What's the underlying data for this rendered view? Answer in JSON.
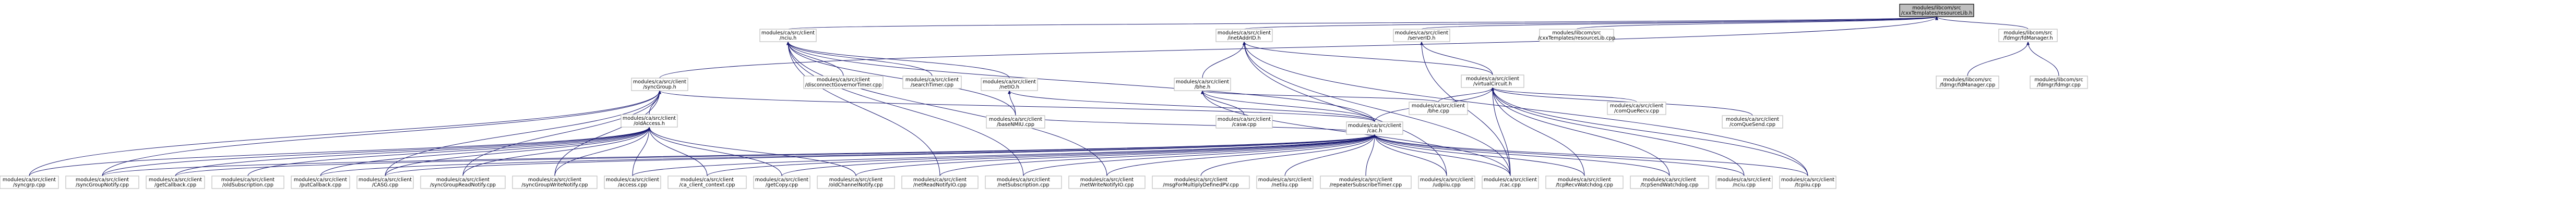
{
  "colors": {
    "edge": "#191970",
    "border": "#bfbfbf",
    "root_fill": "#bfbfbf"
  },
  "nodes": [
    {
      "id": "root",
      "lines": [
        "modules/libcom/src",
        "/cxxTemplates/resourceLib.h"
      ],
      "root": true
    },
    {
      "id": "cac_syncgroup",
      "lines": [
        "modules/ca/src/client",
        "/syncGroup.h"
      ]
    },
    {
      "id": "cac_msg",
      "lines": [
        "modules/ca/src/client",
        "/nciu.h"
      ]
    },
    {
      "id": "cac_inetaddrid",
      "lines": [
        "modules/ca/src/client",
        "/inetAddrID.h"
      ]
    },
    {
      "id": "cac_serverid",
      "lines": [
        "modules/ca/src/client",
        "/serverID.h"
      ]
    },
    {
      "id": "libcom_resourcelib",
      "lines": [
        "modules/libcom/src",
        "/cxxTemplates/resourceLib.cpp"
      ]
    },
    {
      "id": "libcom_fdmanager",
      "lines": [
        "modules/libcom/src",
        "/fdmgr/fdManager.h"
      ]
    },
    {
      "id": "cac_oldaccess",
      "lines": [
        "modules/ca/src/client",
        "/oldAccess.h"
      ]
    },
    {
      "id": "cac_cac",
      "lines": [
        "modules/ca/src/client",
        "/cac.h"
      ]
    },
    {
      "id": "cac_netio",
      "lines": [
        "modules/ca/src/client",
        "/netIO.h"
      ]
    },
    {
      "id": "cac_bhe",
      "lines": [
        "modules/ca/src/client",
        "/bhe.h"
      ]
    },
    {
      "id": "cac_virtualcircuit",
      "lines": [
        "modules/ca/src/client",
        "/virtualCircuit.h"
      ]
    },
    {
      "id": "cac_disconnectgovernortimer",
      "lines": [
        "modules/ca/src/client",
        "/disconnectGovernorTimer.cpp"
      ]
    },
    {
      "id": "cac_searchtimer",
      "lines": [
        "modules/ca/src/client",
        "/searchTimer.cpp"
      ]
    },
    {
      "id": "cac_baseNMIU",
      "lines": [
        "modules/ca/src/client",
        "/baseNMIU.cpp"
      ]
    },
    {
      "id": "cac_bhe_cpp",
      "lines": [
        "modules/ca/src/client",
        "/bhe.cpp"
      ]
    },
    {
      "id": "cac_caeventmask",
      "lines": [
        "modules/ca/src/client",
        "/casw.cpp"
      ]
    },
    {
      "id": "cac_comQueRecv",
      "lines": [
        "modules/ca/src/client",
        "/comQueRecv.cpp"
      ]
    },
    {
      "id": "cac_comQueSend",
      "lines": [
        "modules/ca/src/client",
        "/comQueSend.cpp"
      ]
    },
    {
      "id": "libcom_fdmanager_cpp",
      "lines": [
        "modules/libcom/src",
        "/fdmgr/fdManager.cpp"
      ]
    },
    {
      "id": "libcom_fdmgr_cpp",
      "lines": [
        "modules/libcom/src",
        "/fdmgr/fdmgr.cpp"
      ]
    },
    {
      "id": "b_syncgrp",
      "lines": [
        "modules/ca/src/client",
        "/syncgrp.cpp"
      ]
    },
    {
      "id": "b_syncGroupNotify",
      "lines": [
        "modules/ca/src/client",
        "/syncGroupNotify.cpp"
      ]
    },
    {
      "id": "b_getCallback",
      "lines": [
        "modules/ca/src/client",
        "/getCallback.cpp"
      ]
    },
    {
      "id": "b_oldSubscription",
      "lines": [
        "modules/ca/src/client",
        "/oldSubscription.cpp"
      ]
    },
    {
      "id": "b_putCallback",
      "lines": [
        "modules/ca/src/client",
        "/putCallback.cpp"
      ]
    },
    {
      "id": "b_CASG",
      "lines": [
        "modules/ca/src/client",
        "/CASG.cpp"
      ]
    },
    {
      "id": "b_syncGroupReadNotify",
      "lines": [
        "modules/ca/src/client",
        "/syncGroupReadNotify.cpp"
      ]
    },
    {
      "id": "b_syncGroupWriteNotify",
      "lines": [
        "modules/ca/src/client",
        "/syncGroupWriteNotify.cpp"
      ]
    },
    {
      "id": "b_access",
      "lines": [
        "modules/ca/src/client",
        "/access.cpp"
      ]
    },
    {
      "id": "b_ca_client_context",
      "lines": [
        "modules/ca/src/client",
        "/ca_client_context.cpp"
      ]
    },
    {
      "id": "b_getCopy",
      "lines": [
        "modules/ca/src/client",
        "/getCopy.cpp"
      ]
    },
    {
      "id": "b_oldChannelNotify",
      "lines": [
        "modules/ca/src/client",
        "/oldChannelNotify.cpp"
      ]
    },
    {
      "id": "b_netReadNotifyIO",
      "lines": [
        "modules/ca/src/client",
        "/netReadNotifyIO.cpp"
      ]
    },
    {
      "id": "b_netSubscription",
      "lines": [
        "modules/ca/src/client",
        "/netSubscription.cpp"
      ]
    },
    {
      "id": "b_netWriteNotifyIO",
      "lines": [
        "modules/ca/src/client",
        "/netWriteNotifyIO.cpp"
      ]
    },
    {
      "id": "b_msgForMultiplyDefinedPV",
      "lines": [
        "modules/ca/src/client",
        "/msgForMultiplyDefinedPV.cpp"
      ]
    },
    {
      "id": "b_netiiu",
      "lines": [
        "modules/ca/src/client",
        "/netiiu.cpp"
      ]
    },
    {
      "id": "b_repeaterSubscribeTimer",
      "lines": [
        "modules/ca/src/client",
        "/repeaterSubscribeTimer.cpp"
      ]
    },
    {
      "id": "b_udpiiu",
      "lines": [
        "modules/ca/src/client",
        "/udpiiu.cpp"
      ]
    },
    {
      "id": "b_cac",
      "lines": [
        "modules/ca/src/client",
        "/cac.cpp"
      ]
    },
    {
      "id": "b_tcpRecvWatchdog",
      "lines": [
        "modules/ca/src/client",
        "/tcpRecvWatchdog.cpp"
      ]
    },
    {
      "id": "b_tcpSendWatchdog",
      "lines": [
        "modules/ca/src/client",
        "/tcpSendWatchdog.cpp"
      ]
    },
    {
      "id": "b_nciu",
      "lines": [
        "modules/ca/src/client",
        "/nciu.cpp"
      ]
    },
    {
      "id": "b_tcpiiu",
      "lines": [
        "modules/ca/src/client",
        "/tcpiiu.cpp"
      ]
    }
  ],
  "edges": [
    [
      "root",
      "cac_syncgroup"
    ],
    [
      "root",
      "cac_msg"
    ],
    [
      "root",
      "cac_inetaddrid"
    ],
    [
      "root",
      "cac_serverid"
    ],
    [
      "root",
      "libcom_resourcelib"
    ],
    [
      "root",
      "libcom_fdmanager"
    ],
    [
      "cac_syncgroup",
      "cac_oldaccess"
    ],
    [
      "cac_syncgroup",
      "b_syncgrp"
    ],
    [
      "cac_syncgroup",
      "b_syncGroupNotify"
    ],
    [
      "cac_syncgroup",
      "b_CASG"
    ],
    [
      "cac_syncgroup",
      "b_syncGroupReadNotify"
    ],
    [
      "cac_syncgroup",
      "b_syncGroupWriteNotify"
    ],
    [
      "cac_syncgroup",
      "cac_cac"
    ],
    [
      "cac_msg",
      "cac_disconnectgovernortimer"
    ],
    [
      "cac_msg",
      "cac_searchtimer"
    ],
    [
      "cac_msg",
      "cac_netio"
    ],
    [
      "cac_msg",
      "cac_cac"
    ],
    [
      "cac_msg",
      "cac_baseNMIU"
    ],
    [
      "cac_msg",
      "b_netReadNotifyIO"
    ],
    [
      "cac_msg",
      "b_netSubscription"
    ],
    [
      "cac_msg",
      "b_netWriteNotifyIO"
    ],
    [
      "cac_inetaddrid",
      "cac_bhe"
    ],
    [
      "cac_inetaddrid",
      "cac_virtualcircuit"
    ],
    [
      "cac_inetaddrid",
      "b_cac"
    ],
    [
      "cac_inetaddrid",
      "b_udpiiu"
    ],
    [
      "cac_inetaddrid",
      "b_tcpiiu"
    ],
    [
      "cac_serverid",
      "cac_virtualcircuit"
    ],
    [
      "cac_serverid",
      "b_cac"
    ],
    [
      "libcom_fdmanager",
      "libcom_fdmanager_cpp"
    ],
    [
      "libcom_fdmanager",
      "libcom_fdmgr_cpp"
    ],
    [
      "cac_oldaccess",
      "b_syncgrp"
    ],
    [
      "cac_oldaccess",
      "b_syncGroupNotify"
    ],
    [
      "cac_oldaccess",
      "b_getCallback"
    ],
    [
      "cac_oldaccess",
      "b_oldSubscription"
    ],
    [
      "cac_oldaccess",
      "b_putCallback"
    ],
    [
      "cac_oldaccess",
      "b_CASG"
    ],
    [
      "cac_oldaccess",
      "b_syncGroupReadNotify"
    ],
    [
      "cac_oldaccess",
      "b_syncGroupWriteNotify"
    ],
    [
      "cac_oldaccess",
      "b_access"
    ],
    [
      "cac_oldaccess",
      "b_ca_client_context"
    ],
    [
      "cac_oldaccess",
      "b_getCopy"
    ],
    [
      "cac_oldaccess",
      "b_oldChannelNotify"
    ],
    [
      "cac_netio",
      "cac_baseNMIU"
    ],
    [
      "cac_netio",
      "cac_cac"
    ],
    [
      "cac_bhe",
      "cac_bhe_cpp"
    ],
    [
      "cac_bhe",
      "cac_caeventmask"
    ],
    [
      "cac_bhe",
      "cac_cac"
    ],
    [
      "cac_bhe",
      "b_cac"
    ],
    [
      "cac_virtualcircuit",
      "cac_bhe_cpp"
    ],
    [
      "cac_virtualcircuit",
      "cac_comQueRecv"
    ],
    [
      "cac_virtualcircuit",
      "cac_comQueSend"
    ],
    [
      "cac_virtualcircuit",
      "cac_cac"
    ],
    [
      "cac_virtualcircuit",
      "b_cac"
    ],
    [
      "cac_virtualcircuit",
      "b_tcpRecvWatchdog"
    ],
    [
      "cac_virtualcircuit",
      "b_tcpSendWatchdog"
    ],
    [
      "cac_virtualcircuit",
      "b_nciu"
    ],
    [
      "cac_virtualcircuit",
      "b_tcpiiu"
    ],
    [
      "cac_cac",
      "cac_baseNMIU"
    ],
    [
      "cac_cac",
      "b_CASG"
    ],
    [
      "cac_cac",
      "b_access"
    ],
    [
      "cac_cac",
      "b_ca_client_context"
    ],
    [
      "cac_cac",
      "b_getCopy"
    ],
    [
      "cac_cac",
      "b_oldChannelNotify"
    ],
    [
      "cac_cac",
      "b_netReadNotifyIO"
    ],
    [
      "cac_cac",
      "b_netSubscription"
    ],
    [
      "cac_cac",
      "b_netWriteNotifyIO"
    ],
    [
      "cac_cac",
      "b_msgForMultiplyDefinedPV"
    ],
    [
      "cac_cac",
      "b_netiiu"
    ],
    [
      "cac_cac",
      "b_repeaterSubscribeTimer"
    ],
    [
      "cac_cac",
      "b_udpiiu"
    ],
    [
      "cac_cac",
      "b_cac"
    ],
    [
      "cac_cac",
      "b_tcpRecvWatchdog"
    ],
    [
      "cac_cac",
      "b_tcpSendWatchdog"
    ],
    [
      "cac_cac",
      "b_nciu"
    ],
    [
      "cac_cac",
      "b_tcpiiu"
    ],
    [
      "cac_cac",
      "b_syncGroupNotify"
    ],
    [
      "cac_cac",
      "b_getCallback"
    ],
    [
      "cac_cac",
      "b_putCallback"
    ]
  ]
}
